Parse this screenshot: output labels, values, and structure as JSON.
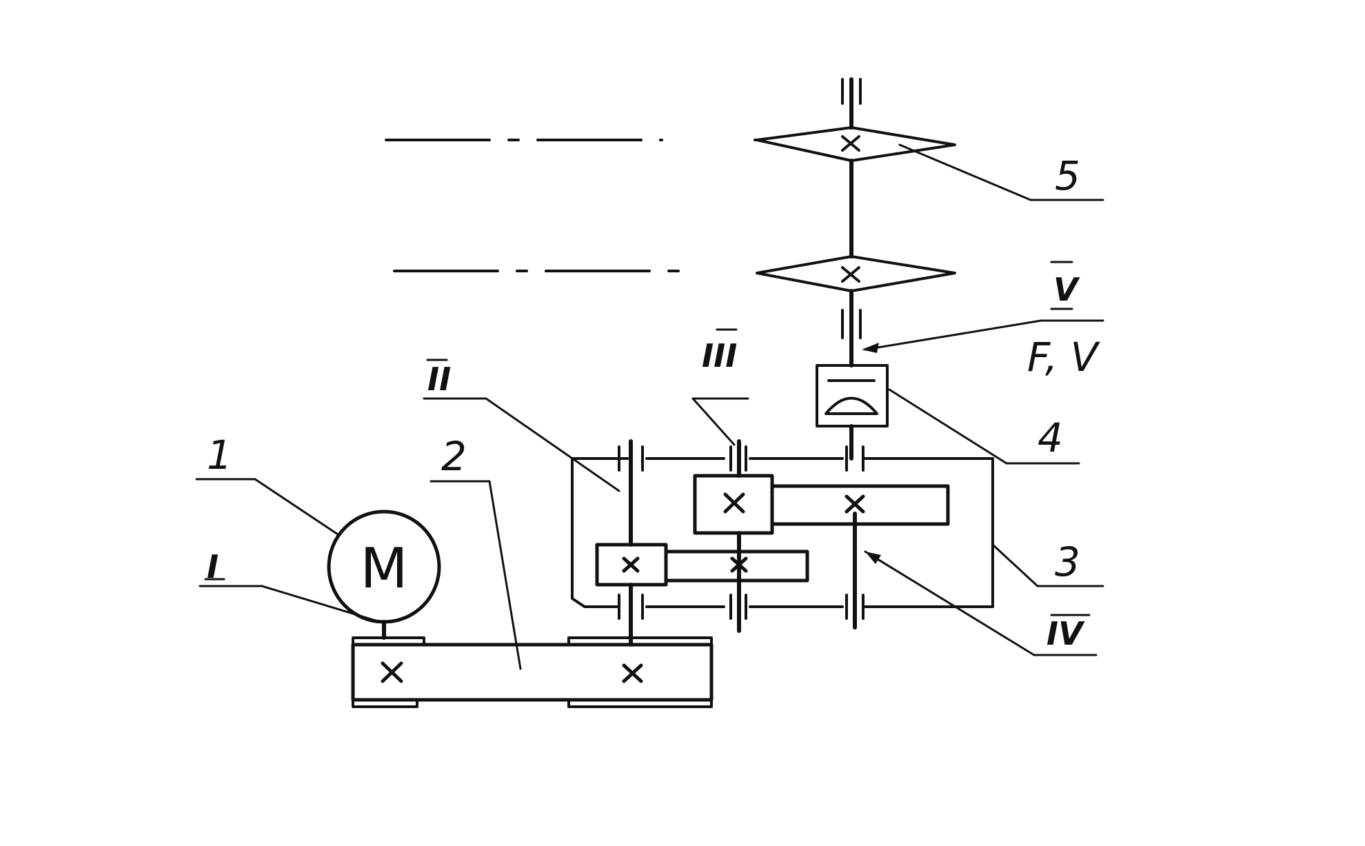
{
  "colors": {
    "ink": "#111111",
    "paper": "#ffffff"
  },
  "motor": {
    "symbol": "M"
  },
  "labels": {
    "n1": "1",
    "n2": "2",
    "n3": "3",
    "n4": "4",
    "n5": "5",
    "shaft_I": "I",
    "shaft_II": "II",
    "shaft_III": "III",
    "shaft_IV": "IV",
    "shaft_V": "V",
    "force_speed": "F, V"
  }
}
